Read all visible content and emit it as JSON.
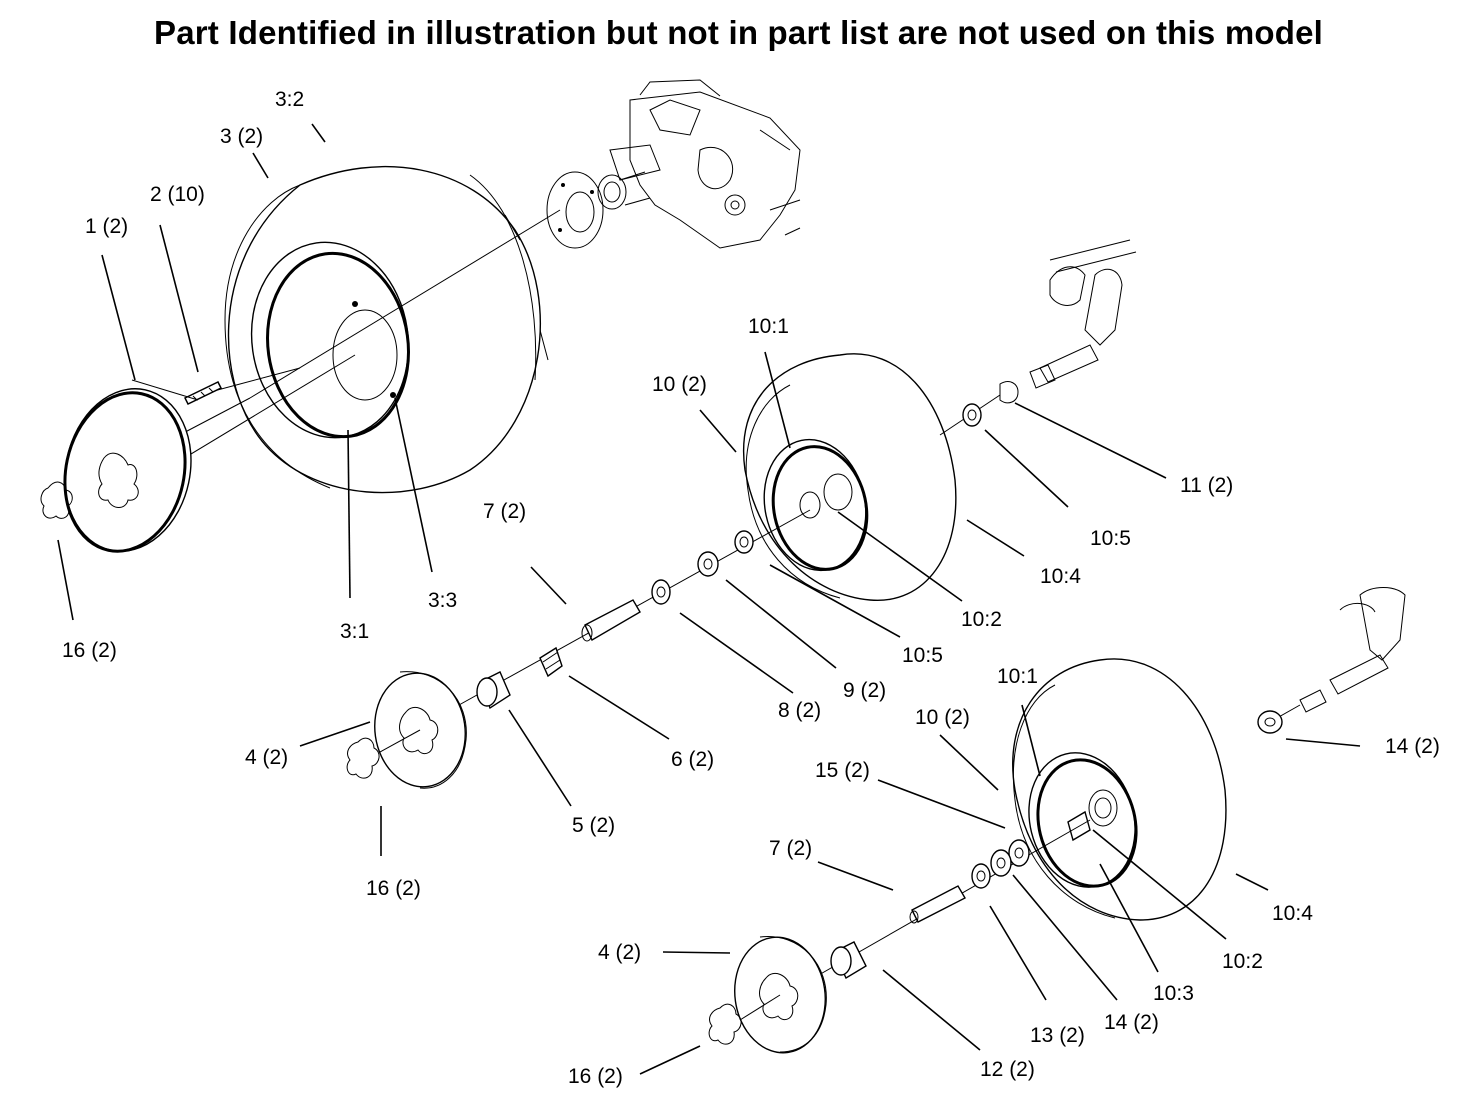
{
  "title": "Part Identified in illustration but not in part list are not used on this model",
  "callouts": [
    {
      "id": "lbl-3-2",
      "text": "3:2"
    },
    {
      "id": "lbl-3",
      "text": "3 (2)"
    },
    {
      "id": "lbl-2",
      "text": "2 (10)"
    },
    {
      "id": "lbl-1",
      "text": "1 (2)"
    },
    {
      "id": "lbl-16a",
      "text": "16 (2)"
    },
    {
      "id": "lbl-3-1",
      "text": "3:1"
    },
    {
      "id": "lbl-3-3",
      "text": "3:3"
    },
    {
      "id": "lbl-10-1a",
      "text": "10:1"
    },
    {
      "id": "lbl-10a",
      "text": "10 (2)"
    },
    {
      "id": "lbl-11",
      "text": "11 (2)"
    },
    {
      "id": "lbl-10-5a",
      "text": "10:5"
    },
    {
      "id": "lbl-10-4a",
      "text": "10:4"
    },
    {
      "id": "lbl-10-2a",
      "text": "10:2"
    },
    {
      "id": "lbl-10-5b",
      "text": "10:5"
    },
    {
      "id": "lbl-7a",
      "text": "7 (2)"
    },
    {
      "id": "lbl-9",
      "text": "9 (2)"
    },
    {
      "id": "lbl-8",
      "text": "8 (2)"
    },
    {
      "id": "lbl-6",
      "text": "6 (2)"
    },
    {
      "id": "lbl-5",
      "text": "5 (2)"
    },
    {
      "id": "lbl-4a",
      "text": "4 (2)"
    },
    {
      "id": "lbl-16b",
      "text": "16 (2)"
    },
    {
      "id": "lbl-10-1b",
      "text": "10:1"
    },
    {
      "id": "lbl-10b",
      "text": "10 (2)"
    },
    {
      "id": "lbl-15",
      "text": "15 (2)"
    },
    {
      "id": "lbl-14a",
      "text": "14 (2)"
    },
    {
      "id": "lbl-7b",
      "text": "7 (2)"
    },
    {
      "id": "lbl-10-4b",
      "text": "10:4"
    },
    {
      "id": "lbl-10-2b",
      "text": "10:2"
    },
    {
      "id": "lbl-10-3",
      "text": "10:3"
    },
    {
      "id": "lbl-14b",
      "text": "14 (2)"
    },
    {
      "id": "lbl-13",
      "text": "13 (2)"
    },
    {
      "id": "lbl-4b",
      "text": "4 (2)"
    },
    {
      "id": "lbl-12",
      "text": "12 (2)"
    },
    {
      "id": "lbl-16c",
      "text": "16 (2)"
    }
  ]
}
